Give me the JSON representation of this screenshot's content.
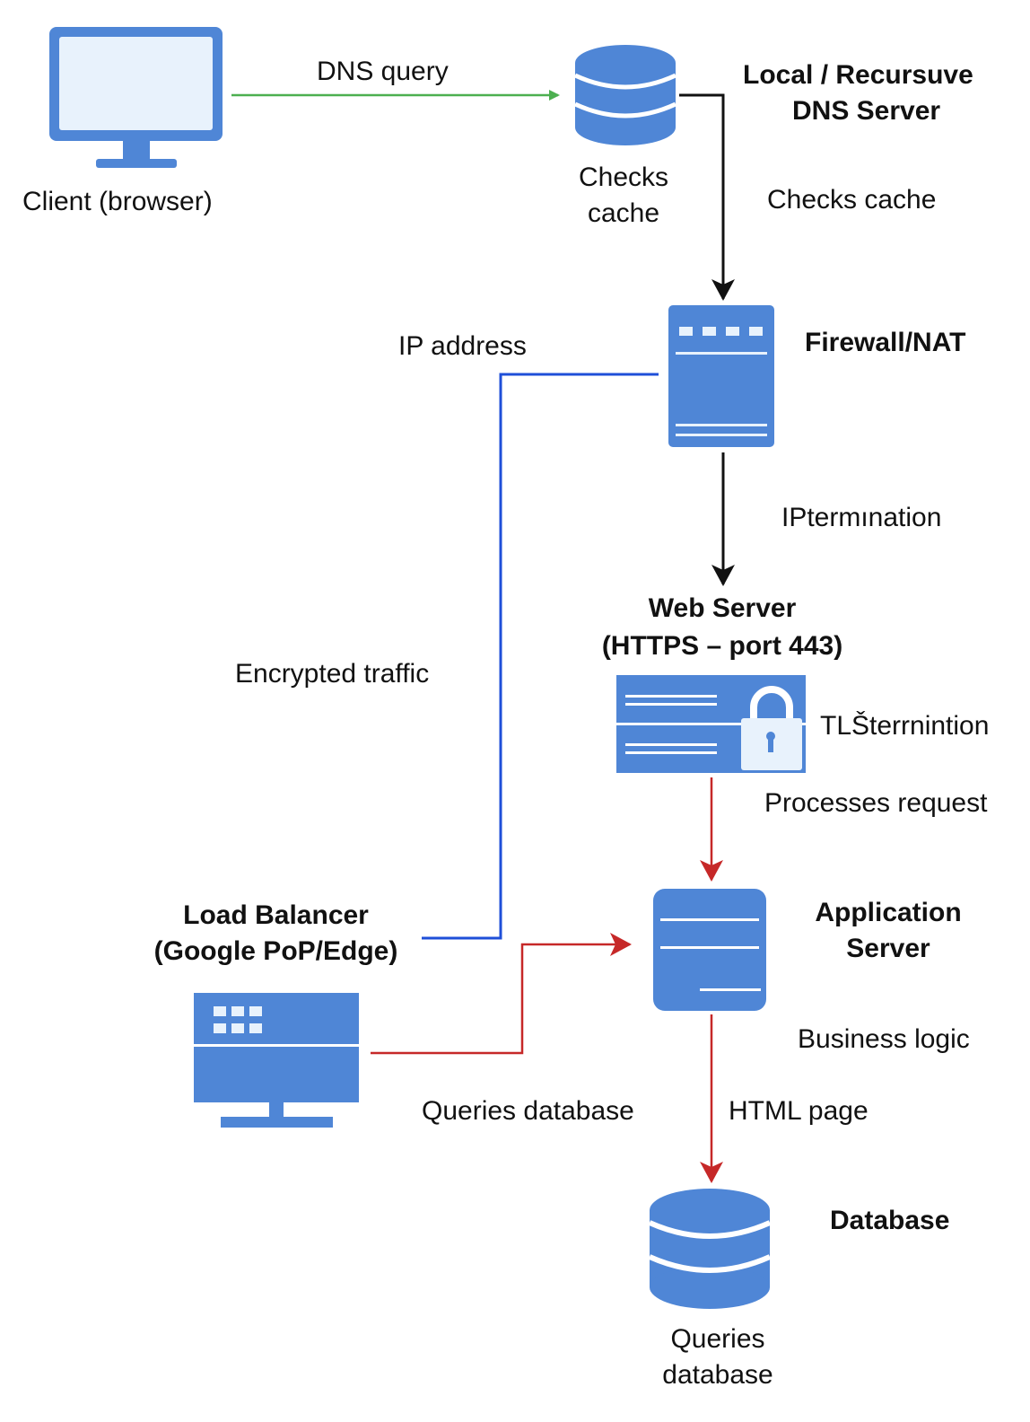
{
  "colors": {
    "icon_blue": "#4f86d6",
    "icon_light": "#e8f2fc",
    "arrow_green": "#4caf50",
    "arrow_black": "#111111",
    "arrow_blue": "#1f4fd8",
    "arrow_red": "#c62828"
  },
  "nodes": {
    "client": {
      "label": "Client (browser)",
      "icon": "monitor-icon"
    },
    "dns_cache": {
      "label_line1": "Checks",
      "label_line2": "cache",
      "icon": "database-icon"
    },
    "dns_server": {
      "title_line1": "Local  / Recursuve",
      "title_line2": "DNS Server"
    },
    "firewall": {
      "title": "Firewall/NAT",
      "icon": "firewall-server-icon"
    },
    "web_server": {
      "title_line1": "Web Server",
      "title_line2": "(HTTPS – port 443)",
      "icon": "locked-server-icon",
      "side_label": "TLŠterrnintion"
    },
    "app_server": {
      "title_line1": "Application",
      "title_line2": "Server",
      "icon": "server-icon"
    },
    "load_balancer": {
      "title_line1": "Load Balancer",
      "title_line2": "(Google PoP/Edge)",
      "icon": "load-balancer-icon"
    },
    "database": {
      "title": "Database",
      "label_line1": "Queries",
      "label_line2": "database",
      "icon": "database-icon"
    }
  },
  "edge_labels": {
    "dns_query": "DNS query",
    "checks_cache": "Checks cache",
    "ip_address": "IP address",
    "ip_termination": "IPtermınation",
    "encrypted_traffic": "Encrypted traffic",
    "processes_request": "Processes request",
    "business_logic": "Business logic",
    "queries_database": "Queries database",
    "html_page": "HTML page"
  }
}
